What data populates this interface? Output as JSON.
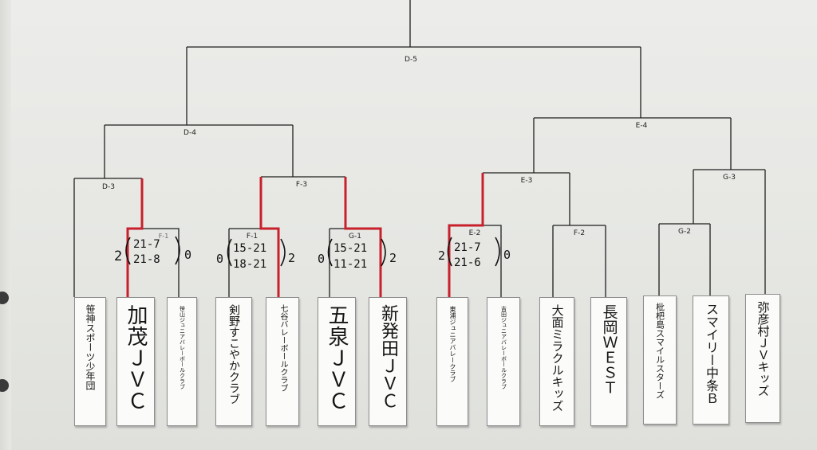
{
  "teams": [
    {
      "id": "t1",
      "name": "笹神スポーツ少年団"
    },
    {
      "id": "t2",
      "name": "加茂ＪＶＣ"
    },
    {
      "id": "t3",
      "name": "笹山ジュニアバレーボールクラブ"
    },
    {
      "id": "t4",
      "name": "剣野すこやかクラブ"
    },
    {
      "id": "t5",
      "name": "七谷バレーボールクラブ"
    },
    {
      "id": "t6",
      "name": "五泉ＪＶＣ"
    },
    {
      "id": "t7",
      "name": "新発田ＪＶＣ"
    },
    {
      "id": "t8",
      "name": "東浦ジュニアバレークラブ"
    },
    {
      "id": "t9",
      "name": "吉田ジュニアバレーボールクラブ"
    },
    {
      "id": "t10",
      "name": "大面ミラクルキッズ"
    },
    {
      "id": "t11",
      "name": "長岡ＷＥＳＴ"
    },
    {
      "id": "t12",
      "name": "枇杷島スマイルスターズ"
    },
    {
      "id": "t13",
      "name": "スマイリー中条Ｂ"
    },
    {
      "id": "t14",
      "name": "弥彦村ＪＶキッズ"
    }
  ],
  "matches": [
    {
      "label": "F-1"
    },
    {
      "label": "G-1"
    },
    {
      "label": "E-2"
    },
    {
      "label": "F-2"
    },
    {
      "label": "G-2"
    },
    {
      "label": "D-3"
    },
    {
      "label": "F-3"
    },
    {
      "label": "E-3"
    },
    {
      "label": "G-3"
    },
    {
      "label": "D-4"
    },
    {
      "label": "E-4"
    },
    {
      "label": "D-5"
    },
    {
      "label": "F-1"
    }
  ],
  "scores": {
    "m1": {
      "left": "2",
      "s1": "21-7",
      "s2": "21-8",
      "right": "0"
    },
    "f1": {
      "left": "0",
      "s1": "15-21",
      "s2": "18-21",
      "right": "2"
    },
    "g1": {
      "left": "0",
      "s1": "15-21",
      "s2": "11-21",
      "right": "2"
    },
    "e2": {
      "left": "2",
      "s1": "21-7",
      "s2": "21-6",
      "right": "0"
    }
  },
  "colors": {
    "line": "#1f1f1f",
    "winner": "#c8202c",
    "paper": "#ececea"
  }
}
